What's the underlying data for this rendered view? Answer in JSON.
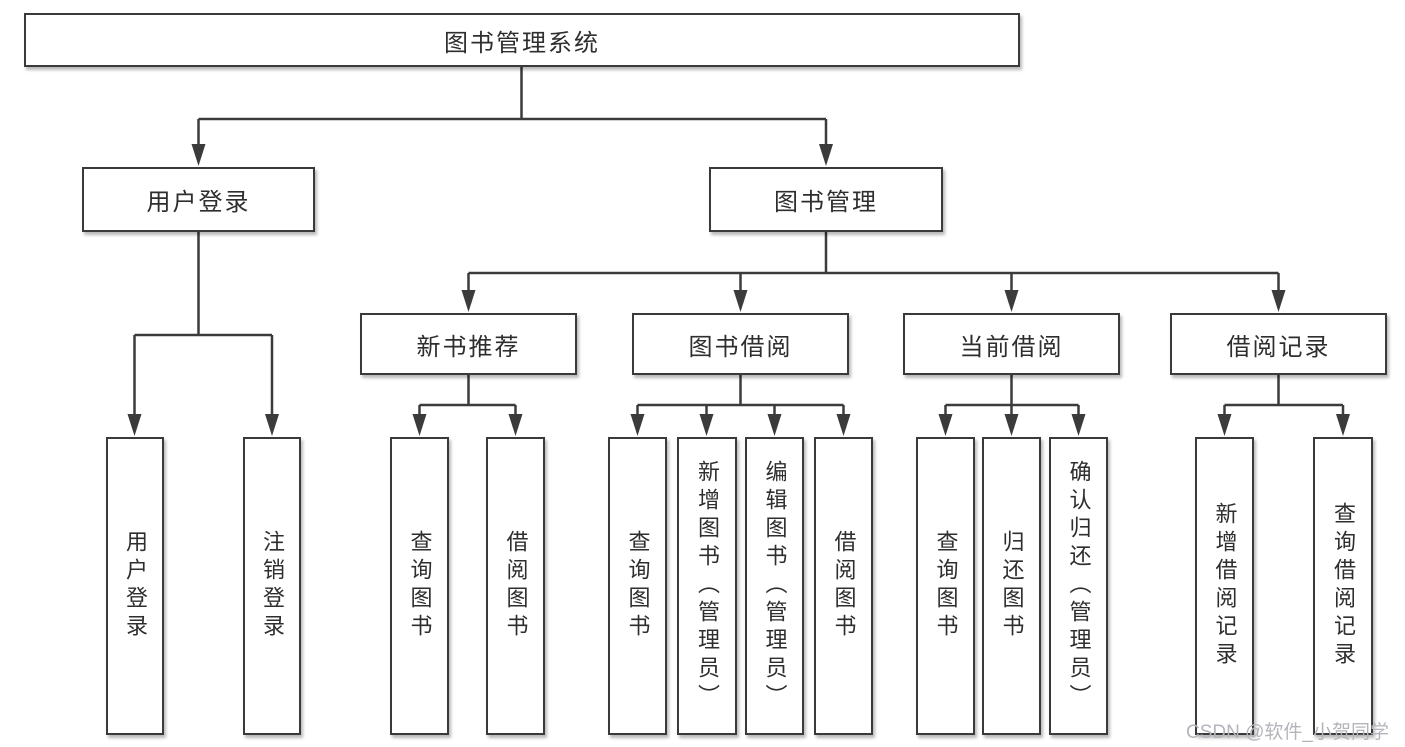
{
  "tree": {
    "root": {
      "label": "图书管理系统"
    },
    "user": {
      "label": "用户登录",
      "children": [
        {
          "label": "用户登录"
        },
        {
          "label": "注销登录"
        }
      ]
    },
    "mgmt": {
      "label": "图书管理",
      "groups": [
        {
          "label": "新书推荐",
          "children": [
            {
              "label": "查询图书"
            },
            {
              "label": "借阅图书"
            }
          ]
        },
        {
          "label": "图书借阅",
          "children": [
            {
              "label": "查询图书"
            },
            {
              "label": "新增图书（管理员）"
            },
            {
              "label": "编辑图书（管理员）"
            },
            {
              "label": "借阅图书"
            }
          ]
        },
        {
          "label": "当前借阅",
          "children": [
            {
              "label": "查询图书"
            },
            {
              "label": "归还图书"
            },
            {
              "label": "确认归还（管理员）"
            }
          ]
        },
        {
          "label": "借阅记录",
          "children": [
            {
              "label": "新增借阅记录"
            },
            {
              "label": "查询借阅记录"
            }
          ]
        }
      ]
    }
  },
  "watermark": "CSDN @软件_小贺同学",
  "colors": {
    "line": "#3b3b3b",
    "node_border": "#3a3a3a",
    "node_text": "#2e2e2e",
    "background": "#ffffff",
    "watermark_text_color": "#b4b4bc"
  }
}
